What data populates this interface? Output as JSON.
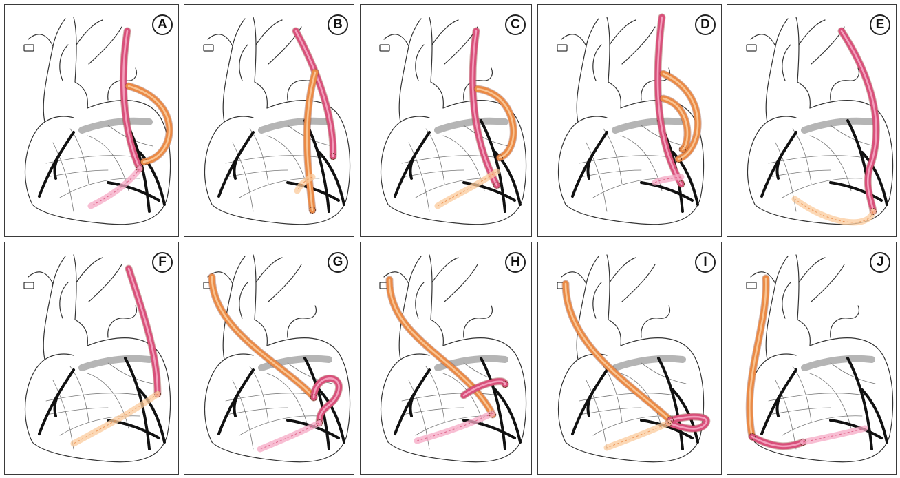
{
  "figure": {
    "panels": [
      {
        "label": "A",
        "variant": "A"
      },
      {
        "label": "B",
        "variant": "B"
      },
      {
        "label": "C",
        "variant": "C"
      },
      {
        "label": "D",
        "variant": "D"
      },
      {
        "label": "E",
        "variant": "E"
      },
      {
        "label": "F",
        "variant": "F"
      },
      {
        "label": "G",
        "variant": "G"
      },
      {
        "label": "H",
        "variant": "H"
      },
      {
        "label": "I",
        "variant": "I"
      },
      {
        "label": "J",
        "variant": "J"
      }
    ],
    "colors": {
      "ita_graft": "#d8507a",
      "ita_highlight": "#f6a8c4",
      "free_graft": "#ea8a46",
      "free_highlight": "#fbcb9c",
      "heart_outline": "#333333",
      "coronary_artery": "#111111",
      "groove_shadow": "#a8a8a8"
    }
  }
}
